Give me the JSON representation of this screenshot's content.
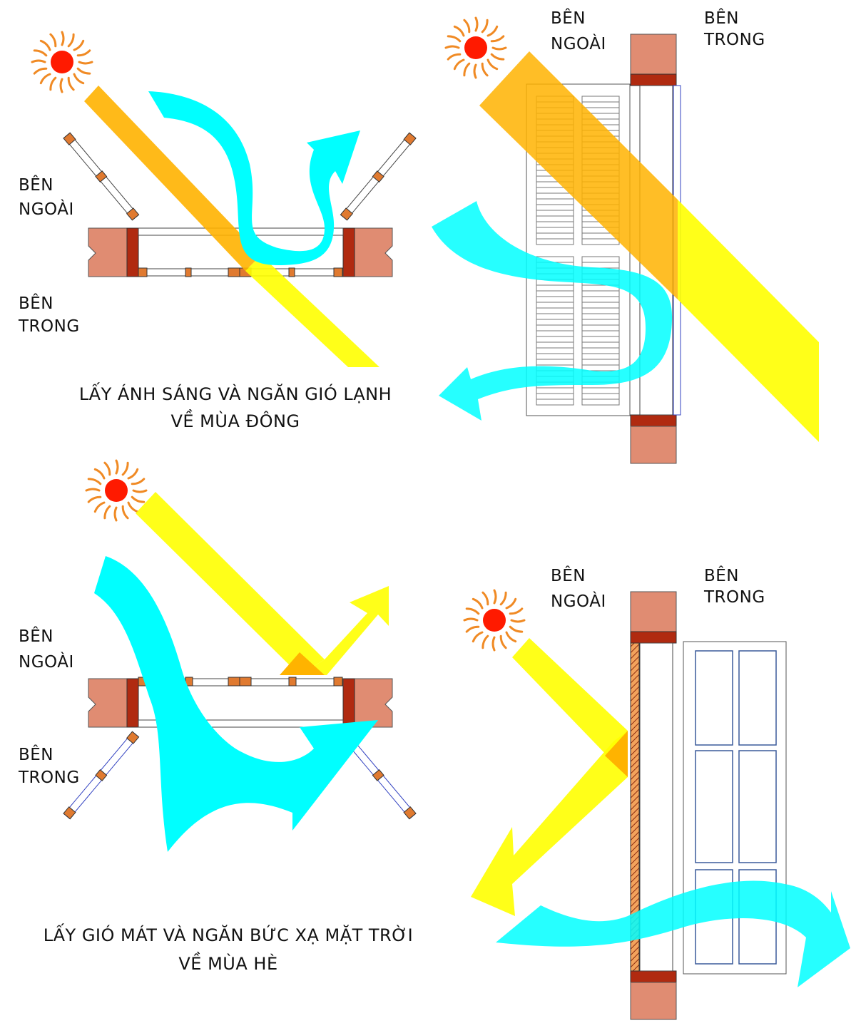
{
  "panels": {
    "winter_plan": {
      "label_outside_1": "BÊN",
      "label_outside_2": "NGOÀI",
      "label_inside_1": "BÊN",
      "label_inside_2": "TRONG"
    },
    "winter_section": {
      "label_outside_1": "BÊN",
      "label_outside_2": "NGOÀI",
      "label_inside_1": "BÊN",
      "label_inside_2": "TRONG"
    },
    "summer_plan": {
      "label_outside_1": "BÊN",
      "label_outside_2": "NGOÀI",
      "label_inside_1": "BÊN",
      "label_inside_2": "TRONG"
    },
    "summer_section": {
      "label_outside_1": "BÊN",
      "label_outside_2": "NGOÀI",
      "label_inside_1": "BÊN",
      "label_inside_2": "TRONG"
    }
  },
  "captions": {
    "winter_line1": "LẤY ÁNH SÁNG VÀ NGĂN GIÓ LẠNH",
    "winter_line2": "VỀ MÙA ĐÔNG",
    "summer_line1": "LẤY GIÓ MÁT VÀ NGĂN BỨC XẠ MẶT TRỜI",
    "summer_line2": "VỀ MÙA HÈ"
  },
  "colors": {
    "sun_core": "#ff1a00",
    "sun_rays": "#f08a24",
    "sunlight_yellow": "#ffff00",
    "sunlight_orange": "#ffb300",
    "wind_cyan": "#00ffff",
    "brick": "#e08c72",
    "frame_dark": "#b02a10",
    "frame_light": "#e07a30",
    "glass": "#3040c0"
  },
  "icons": [
    "sun-icon",
    "sunlight-beam",
    "wind-arrow",
    "window-frame",
    "shutter",
    "brick-wall"
  ]
}
